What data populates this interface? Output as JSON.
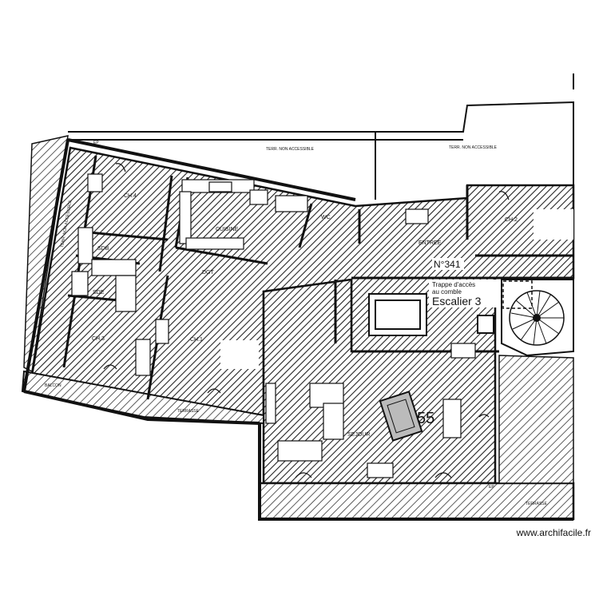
{
  "plan": {
    "rooms": {
      "ch4": "CH.4",
      "sdb": "SDB",
      "sde": "SDE",
      "ch3": "CH.3",
      "ch1": "CH.1",
      "cuisine": "CUISINE",
      "dgt": "DGT",
      "wc": "WC",
      "ch2": "CH.2",
      "entree": "ENTREE",
      "sejour": "SEJOUR"
    },
    "outdoor": {
      "terr_left": "TERR. NON ACCESSIBLE",
      "terr_right": "TERR. NON ACCESSIBLE",
      "terr_vertical": "TERR. NON ACCESSIBLE",
      "balcon": "BALCON",
      "terrasse_left": "TERRASSE",
      "terrasse_right": "TERRASSE",
      "ep_top": "EP",
      "ep_bottom": "EP"
    },
    "apartment_number": "N°341",
    "trappe_line1": "Trappe d'accès",
    "trappe_line2": "au comble",
    "escalier": "Escalier 3",
    "area_number": "55"
  },
  "watermark": "www.archifacile.fr",
  "colors": {
    "wall": "#111111",
    "hatch": "#222222",
    "background": "#ffffff"
  }
}
